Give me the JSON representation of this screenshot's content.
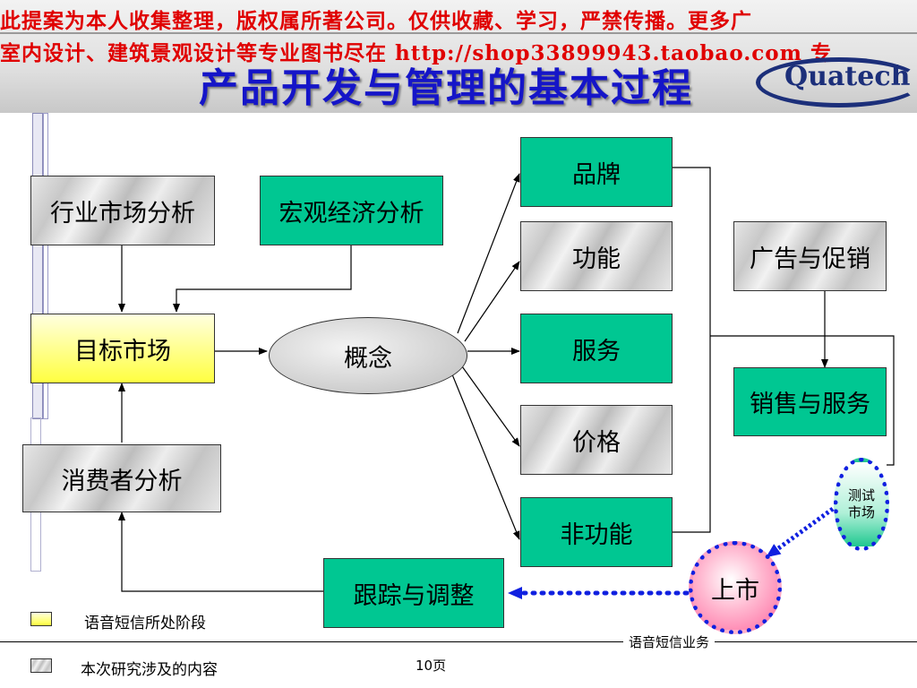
{
  "banner": {
    "line1": "此提案为本人收集整理，版权属所著公司。仅供收藏、学习，严禁传播。更多广",
    "line2": "室内设计、建筑景观设计等专业图书尽在 http://shop33899943.taobao.com 专"
  },
  "title": "产品开发与管理的基本过程",
  "logo": {
    "text": "Quatech"
  },
  "nodes": {
    "industry_analysis": "行业市场分析",
    "macro_analysis": "宏观经济分析",
    "target_market": "目标市场",
    "consumer_analysis": "消费者分析",
    "concept": "概念",
    "brand": "品牌",
    "function": "功能",
    "service": "服务",
    "price": "价格",
    "non_function": "非功能",
    "ad_promo": "广告与促销",
    "sales_service": "销售与服务",
    "test_market_line1": "测试",
    "test_market_line2": "市场",
    "launch": "上市",
    "tracking": "跟踪与调整"
  },
  "legend": {
    "current_stage": "语音短信所处阶段",
    "research_scope": "本次研究涉及的内容"
  },
  "footer": {
    "right_label": "语音短信业务",
    "page": "10页"
  },
  "colors": {
    "title": "#1515c8",
    "banner_text": "#e00000",
    "green_box": "#00c792",
    "dotted_border": "#1020e0"
  }
}
